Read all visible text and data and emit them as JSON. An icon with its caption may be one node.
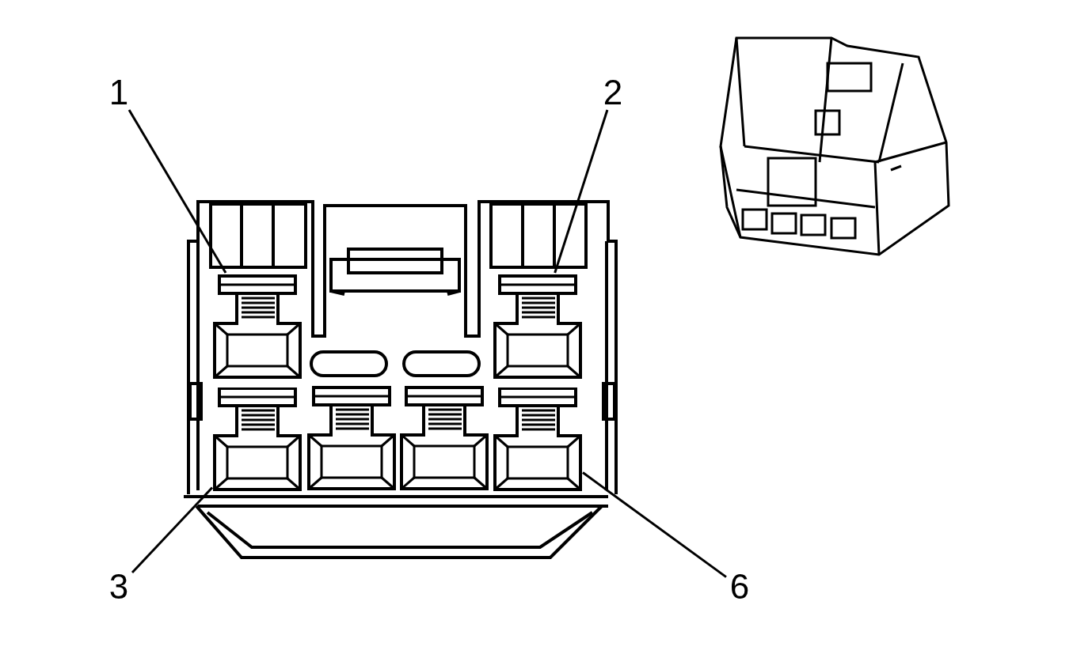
{
  "diagram": {
    "nodes": [
      {
        "text": [
          "1"
        ]
      },
      {
        "text": [
          "2"
        ]
      },
      {
        "text": [
          "3"
        ]
      },
      {
        "text": [
          "6"
        ]
      },
      {
        "text": [],
        "shape": "box"
      },
      {
        "text": [],
        "shape": "box"
      },
      {
        "text": [],
        "shape": "box"
      },
      {
        "text": [],
        "shape": "box"
      }
    ],
    "edges": [
      {
        "from": 0,
        "to": 4,
        "arrow": "none"
      },
      {
        "from": 1,
        "to": 5,
        "arrow": "none"
      },
      {
        "from": 2,
        "to": 6,
        "arrow": "none"
      },
      {
        "from": 3,
        "to": 7,
        "arrow": "none"
      }
    ]
  }
}
